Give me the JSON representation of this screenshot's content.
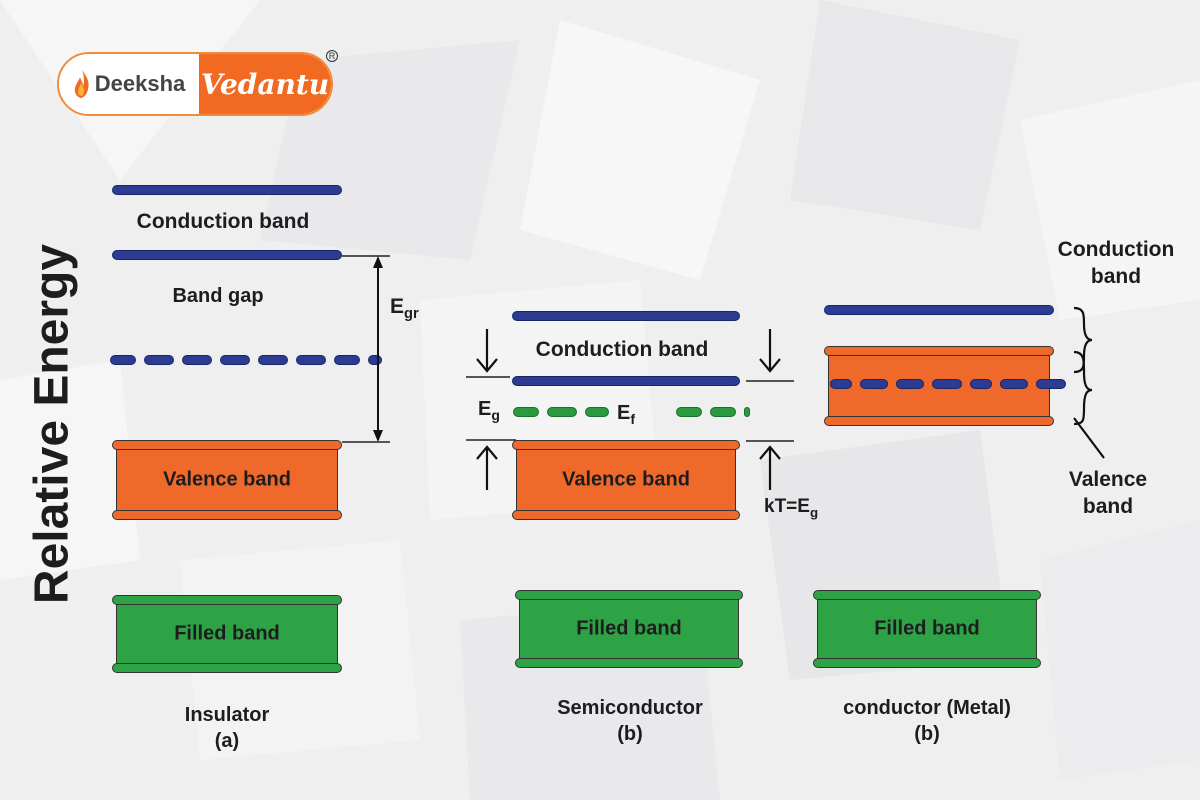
{
  "logo": {
    "left_text": "Deeksha",
    "right_text": "Vedantu"
  },
  "axis_label": "Relative Energy",
  "insulator": {
    "conduction_label": "Conduction band",
    "band_gap_label": "Band gap",
    "gap_symbol": "E",
    "gap_subscript": "gr",
    "valence_label": "Valence band",
    "filled_label": "Filled band",
    "caption_name": "Insulator",
    "caption_tag": "(a)"
  },
  "semiconductor": {
    "conduction_label": "Conduction band",
    "eg_symbol": "E",
    "eg_subscript": "g",
    "ef_symbol": "E",
    "ef_subscript": "f",
    "valence_label": "Valence band",
    "kt_text": "kT=E",
    "kt_subscript": "g",
    "filled_label": "Filled band",
    "caption_name": "Semiconductor",
    "caption_tag": "(b)"
  },
  "conductor": {
    "conduction_label_line1": "Conduction",
    "conduction_label_line2": "band",
    "valence_label_line1": "Valence",
    "valence_label_line2": "band",
    "filled_label": "Filled band",
    "caption_name": "conductor (Metal)",
    "caption_tag": "(b)"
  },
  "colors": {
    "conduction": "#2d3c93",
    "valence": "#ef6a2a",
    "filled": "#2ea345",
    "fermi": "#2a9a3e"
  }
}
